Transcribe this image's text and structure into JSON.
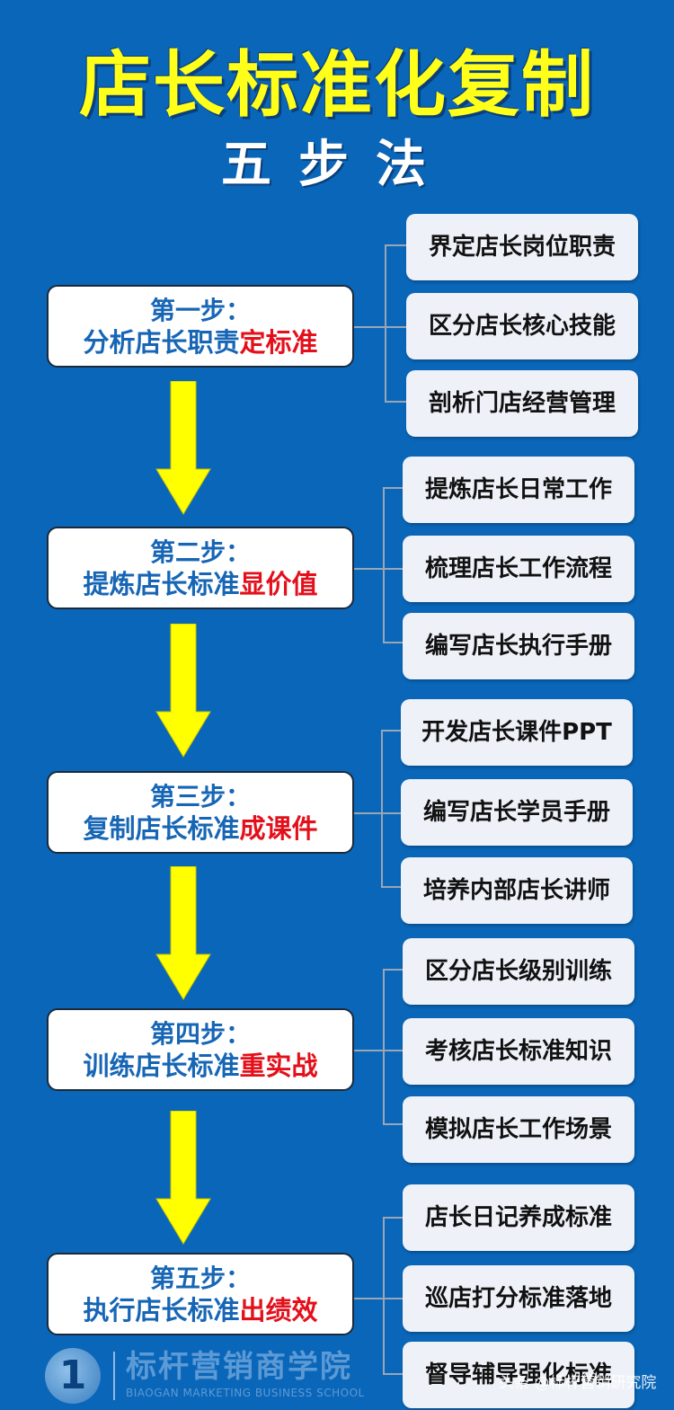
{
  "title": "店长标准化复制",
  "subtitle": "五步法",
  "steps": [
    {
      "label": "第一步：",
      "text": "分析店长职责",
      "emphasis": "定标准",
      "items": [
        "界定店长岗位职责",
        "区分店长核心技能",
        "剖析门店经营管理"
      ]
    },
    {
      "label": "第二步：",
      "text": "提炼店长标准",
      "emphasis": "显价值",
      "items": [
        "提炼店长日常工作",
        "梳理店长工作流程",
        "编写店长执行手册"
      ]
    },
    {
      "label": "第三步：",
      "text": "复制店长标准",
      "emphasis": "成课件",
      "items": [
        "开发店长课件PPT",
        "编写店长学员手册",
        "培养内部店长讲师"
      ]
    },
    {
      "label": "第四步：",
      "text": "训练店长标准",
      "emphasis": "重实战",
      "items": [
        "区分店长级别训练",
        "考核店长标准知识",
        "模拟店长工作场景"
      ]
    },
    {
      "label": "第五步：",
      "text": "执行店长标准",
      "emphasis": "出绩效",
      "items": [
        "店长日记养成标准",
        "巡店打分标准落地",
        "督导辅导强化标准"
      ]
    }
  ],
  "logo": {
    "mark": "1",
    "name": "标杆营销商学院",
    "english": "BIAOGAN MARKETING BUSINESS SCHOOL"
  },
  "watermark": "头条 @标杆营销研究院",
  "colors": {
    "background": "#0a66b8",
    "title": "#ffff1a",
    "step_text": "#1766b5",
    "emphasis": "#e3101b",
    "arrow": "#ffff00"
  }
}
